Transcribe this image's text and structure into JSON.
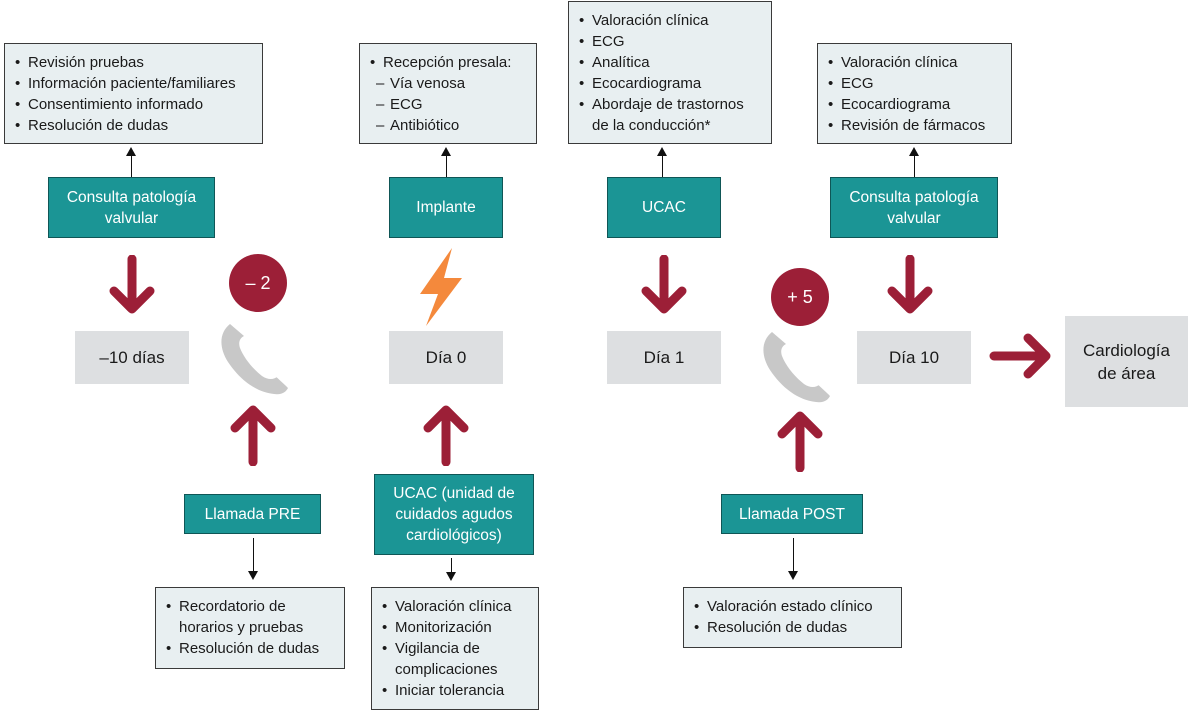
{
  "colors": {
    "teal": "#1b9595",
    "crimson": "#9c1f37",
    "orange": "#f4893c",
    "grey_box": "#dddfe1",
    "info_box": "#e8eff1",
    "phone_grey": "#c8c8c8"
  },
  "top_boxes": [
    {
      "items": [
        {
          "type": "bullet",
          "text": "Revisión pruebas"
        },
        {
          "type": "bullet",
          "text": "Información paciente/familiares"
        },
        {
          "type": "bullet",
          "text": "Consentimiento informado"
        },
        {
          "type": "bullet",
          "text": "Resolución de dudas"
        }
      ]
    },
    {
      "items": [
        {
          "type": "bullet",
          "text": "Recepción presala:"
        },
        {
          "type": "dash",
          "text": "Vía venosa"
        },
        {
          "type": "dash",
          "text": "ECG"
        },
        {
          "type": "dash",
          "text": "Antibiótico"
        }
      ]
    },
    {
      "items": [
        {
          "type": "bullet",
          "text": "Valoración clínica"
        },
        {
          "type": "bullet",
          "text": "ECG"
        },
        {
          "type": "bullet",
          "text": "Analítica"
        },
        {
          "type": "bullet",
          "text": "Ecocardiograma"
        },
        {
          "type": "bullet",
          "text": "Abordaje de trastornos"
        },
        {
          "type": "cont",
          "text": "de la conducción*"
        }
      ]
    },
    {
      "items": [
        {
          "type": "bullet",
          "text": "Valoración clínica"
        },
        {
          "type": "bullet",
          "text": "ECG"
        },
        {
          "type": "bullet",
          "text": "Ecocardiograma"
        },
        {
          "type": "bullet",
          "text": "Revisión de fármacos"
        }
      ]
    }
  ],
  "teal_top": [
    {
      "line1": "Consulta patología",
      "line2": "valvular"
    },
    {
      "line1": "Implante",
      "line2": ""
    },
    {
      "line1": "UCAC",
      "line2": ""
    },
    {
      "line1": "Consulta patología",
      "line2": "valvular"
    }
  ],
  "timeline": [
    {
      "label": "–10 días"
    },
    {
      "label": "Día 0"
    },
    {
      "label": "Día 1"
    },
    {
      "label": "Día 10"
    }
  ],
  "destination": {
    "line1": "Cardiología",
    "line2": "de área"
  },
  "badges": [
    {
      "label": "– 2",
      "icon": "phone-icon"
    },
    {
      "label": "+ 5",
      "icon": "phone-icon"
    }
  ],
  "event_icon": "lightning-icon",
  "teal_bottom": [
    {
      "lines": [
        "Llamada PRE"
      ]
    },
    {
      "lines": [
        "UCAC (unidad de",
        "cuidados agudos",
        "cardiológicos)"
      ]
    },
    {
      "lines": [
        "Llamada POST"
      ]
    }
  ],
  "bottom_boxes": [
    {
      "items": [
        {
          "type": "bullet",
          "text": "Recordatorio de"
        },
        {
          "type": "cont",
          "text": "horarios y pruebas"
        },
        {
          "type": "bullet",
          "text": "Resolución de dudas"
        }
      ]
    },
    {
      "items": [
        {
          "type": "bullet",
          "text": "Valoración clínica"
        },
        {
          "type": "bullet",
          "text": "Monitorización"
        },
        {
          "type": "bullet",
          "text": "Vigilancia de"
        },
        {
          "type": "cont",
          "text": "complicaciones"
        },
        {
          "type": "bullet",
          "text": "Iniciar tolerancia"
        }
      ]
    },
    {
      "items": [
        {
          "type": "bullet",
          "text": "Valoración estado clínico"
        },
        {
          "type": "bullet",
          "text": "Resolución de dudas"
        }
      ]
    }
  ]
}
